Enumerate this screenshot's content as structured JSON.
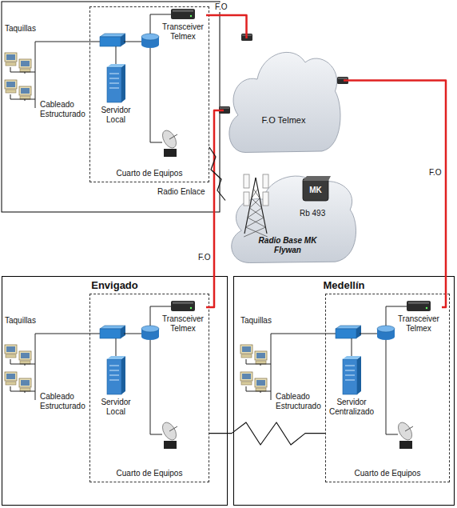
{
  "diagram": {
    "nodes": [
      {
        "text": [
          "Cuarto de Equipos"
        ]
      },
      {
        "text": [
          "Servidor Local"
        ],
        "in": 0
      },
      {
        "text": [
          "Transceiver Telmex"
        ],
        "in": 0
      },
      {
        "text": [
          "F.O Telmex"
        ]
      },
      {
        "text": [
          "MK",
          "Rb 493",
          "Radio Base MK Flywan"
        ]
      },
      {
        "text": [
          "Envigado"
        ]
      },
      {
        "text": [
          "Cuarto de Equipos"
        ],
        "in": 5
      },
      {
        "text": [
          "Servidor Local"
        ],
        "in": 6
      },
      {
        "text": [
          "Transceiver Telmex"
        ],
        "in": 6
      },
      {
        "text": [
          "Medellín"
        ]
      },
      {
        "text": [
          "Cuarto de Equipos"
        ],
        "in": 9
      },
      {
        "text": [
          "Servidor Centralizado"
        ],
        "in": 10
      },
      {
        "text": [
          "Transceiver Telmex"
        ],
        "in": 10
      }
    ],
    "edges": [
      {
        "from": 2,
        "to": 3,
        "label": "F.O",
        "arrow": "none"
      },
      {
        "from": 3,
        "to": 12,
        "label": "F.O",
        "arrow": "none"
      },
      {
        "from": 3,
        "to": 8,
        "label": "F.O",
        "arrow": "none"
      },
      {
        "from": 0,
        "to": 4,
        "label": "Radio Enlace",
        "arrow": "none"
      },
      {
        "from": 6,
        "to": 10,
        "arrow": "none"
      }
    ],
    "labels": [
      "Taquillas",
      "Cableado Estructurado",
      "Taquillas",
      "Cableado Estructurado",
      "Taquillas",
      "Cableado Estructurado"
    ]
  }
}
